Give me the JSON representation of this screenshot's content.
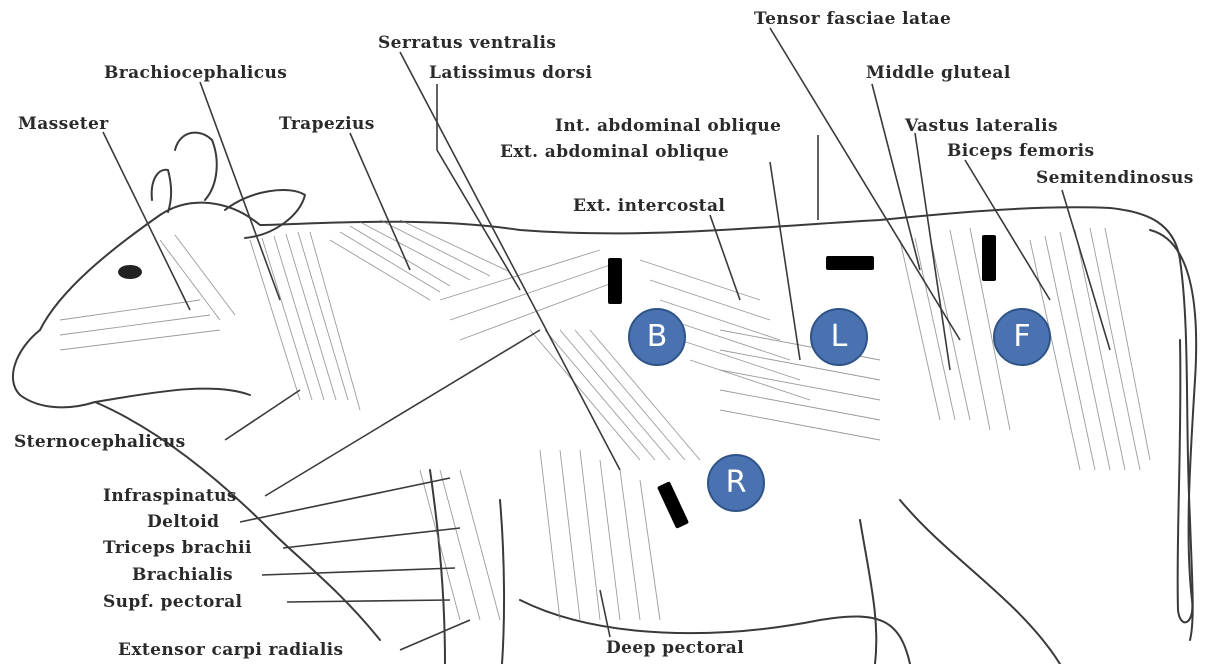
{
  "labels": {
    "tensor_fasciae_latae": "Tensor fasciae latae",
    "serratus_ventralis": "Serratus ventralis",
    "brachiocephalicus": "Brachiocephalicus",
    "latissimus_dorsi": "Latissimus dorsi",
    "middle_gluteal": "Middle gluteal",
    "masseter": "Masseter",
    "trapezius": "Trapezius",
    "int_abdominal_oblique": "Int. abdominal oblique",
    "vastus_lateralis": "Vastus lateralis",
    "ext_abdominal_oblique": "Ext. abdominal oblique",
    "biceps_femoris": "Biceps femoris",
    "semitendinosus": "Semitendinosus",
    "ext_intercostal": "Ext. intercostal",
    "sternocephalicus": "Sternocephalicus",
    "infraspinatus": "Infraspinatus",
    "deltoid": "Deltoid",
    "triceps_brachii": "Triceps brachii",
    "brachialis": "Brachialis",
    "supf_pectoral": "Supf. pectoral",
    "extensor_carpi_radialis": "Extensor carpi radialis",
    "deep_pectoral": "Deep pectoral"
  },
  "markers": {
    "b": "B",
    "l": "L",
    "f": "F",
    "r": "R"
  },
  "colors": {
    "marker_fill": "#4a72b0",
    "marker_border": "#2f5488",
    "ink": "#2a2a2a",
    "bar": "#000000"
  }
}
